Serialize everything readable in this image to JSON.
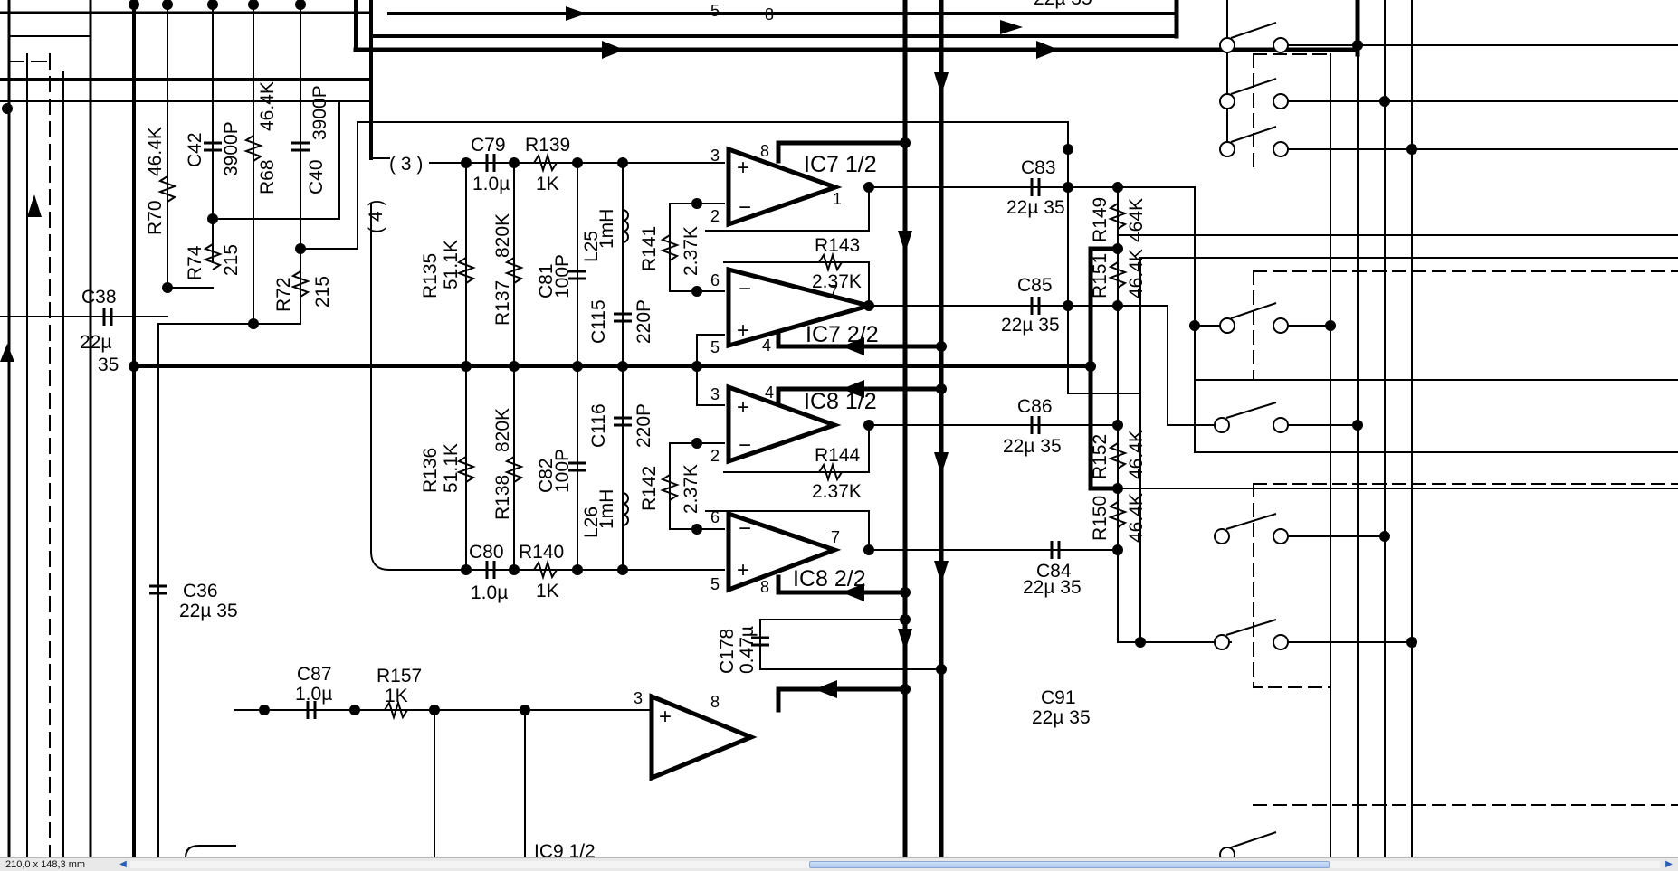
{
  "viewer": {
    "page_size": "210,0 x 148,3 mm",
    "scroll_left_icon": "chevron-left-icon",
    "scroll_right_icon": "chevron-right-icon"
  },
  "schematic": {
    "labels": {
      "c79": "C79",
      "c79_val": "1.0µ",
      "r139": "R139",
      "r139_val": "1K",
      "c80": "C80",
      "c80_val": "1.0µ",
      "r140": "R140",
      "r140_val": "1K",
      "r135": "R135",
      "r135_val": "51.1K",
      "r137": "R137",
      "r137_val": "820K",
      "c81": "C81",
      "c81_val": "100P",
      "l25": "L25",
      "l25_val": "1mH",
      "c115": "C115",
      "c115_val": "220P",
      "r136": "R136",
      "r136_val": "51.1K",
      "r138": "R138",
      "r138_val": "820K",
      "c82": "C82",
      "c82_val": "100P",
      "c116": "C116",
      "c116_val": "220P",
      "l26": "L26",
      "l26_val": "1mH",
      "r141": "R141",
      "r141_val": "2.37K",
      "r142": "R142",
      "r142_val": "2.37K",
      "r143": "R143",
      "r143_val": "2.37K",
      "r144": "R144",
      "r144_val": "2.37K",
      "ic7a": "IC7 1/2",
      "ic7b": "IC7 2/2",
      "ic8a": "IC8 1/2",
      "ic8b": "IC8 2/2",
      "c83": "C83",
      "c83_val": "22µ 35",
      "c85": "C85",
      "c85_val": "22µ 35",
      "c86": "C86",
      "c86_val": "22µ 35",
      "c84": "C84",
      "c84_val": "22µ 35",
      "r149": "R149",
      "r149_val": "464K",
      "r151": "R151",
      "r151_val": "46.4K",
      "r152": "R152",
      "r152_val": "46.4K",
      "r150": "R150",
      "r150_val": "46.4K",
      "r70": "R70",
      "r70_val": "46.4K",
      "c42": "C42",
      "c42_val": "3900P",
      "r68": "R68",
      "r68_val": "46.4K",
      "c40": "C40",
      "c40_val": "3900P",
      "r74": "R74",
      "r74_val": "215",
      "r72": "R72",
      "r72_val": "215",
      "c38": "C38",
      "c38_val": "22µ",
      "c38_val2": "35",
      "c36": "C36",
      "c36_val": "22µ 35",
      "c87": "C87",
      "c87_val": "1.0µ",
      "r157": "R157",
      "r157_val": "1K",
      "c178": "C178",
      "c178_val": "0.47µ",
      "c91": "C91",
      "c91_val": "22µ 35",
      "conn3": "( 3 )",
      "conn4": "( 4 )",
      "pin_u1_plus": "3",
      "pin_u1_minus": "2",
      "pin_u1_top": "8",
      "pin_u1_out": "1",
      "pin_u2_minus": "6",
      "pin_u2_plus": "5",
      "pin_u2_bot": "4",
      "pin_u2_out": "7",
      "pin_u3_plus": "3",
      "pin_u3_minus": "2",
      "pin_u3_top": "4",
      "pin_u4_minus": "6",
      "pin_u4_plus": "5",
      "pin_u4_bot": "8",
      "pin_u4_out": "7",
      "pin_top_5": "5",
      "pin_top_8": "8",
      "pin_bot_3": "3",
      "pin_bot_8": "8",
      "ic_partial": "IC9 1/2",
      "top_cap": "22µ 35"
    }
  }
}
